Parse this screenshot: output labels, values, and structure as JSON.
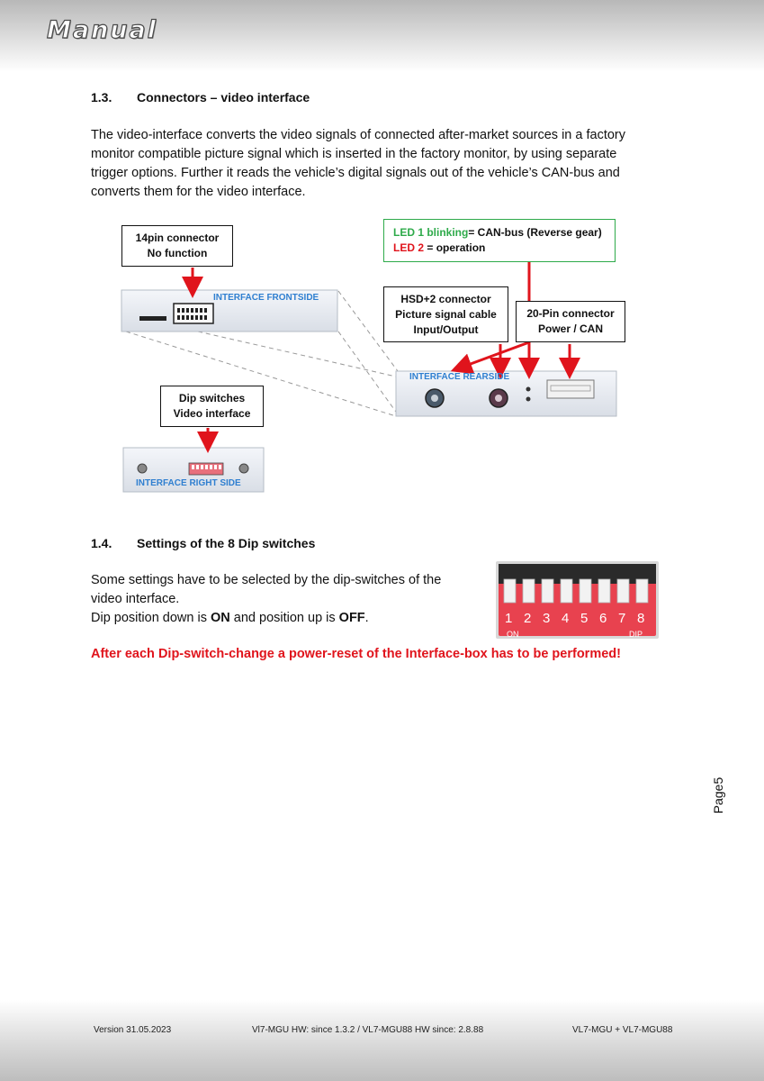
{
  "header": {
    "logo": "Manual"
  },
  "section13": {
    "number": "1.3.",
    "title": "Connectors – video interface",
    "para_lines": [
      "The video-interface converts the video signals of connected after-market sources in a factory",
      "monitor compatible picture signal which is inserted in the factory monitor, by using separate",
      "trigger options. Further it reads the vehicle’s digital signals out of the vehicle’s CAN-bus and",
      "converts them for the video interface."
    ]
  },
  "diagram": {
    "callout_14pin": [
      "14pin connector",
      "No function"
    ],
    "callout_led": {
      "led1_label": "LED 1 blinking",
      "led1_text": "= CAN-bus (Reverse gear)",
      "led2_label": "LED 2",
      "led2_text": " = operation"
    },
    "callout_hsd": [
      "HSD+2 connector",
      "Picture signal cable",
      "Input/Output"
    ],
    "callout_20pin": [
      "20-Pin connector",
      "Power / CAN"
    ],
    "callout_dip": [
      "Dip switches",
      "Video interface"
    ],
    "label_front": "INTERFACE FRONTSIDE",
    "label_rear": "INTERFACE REARSIDE",
    "label_right": "INTERFACE RIGHT SIDE",
    "colors": {
      "arrow": "#e0141c",
      "led_border": "#2eaa4a",
      "panel_label": "#2f7fd0",
      "dip_red": "#e8424f"
    }
  },
  "section14": {
    "number": "1.4.",
    "title": "Settings of the 8 Dip switches",
    "line1": "Some settings have to be selected by the dip-switches of the",
    "line2": "video interface.",
    "line3_a": "Dip position down is ",
    "line3_on": "ON",
    "line3_b": " and position up is ",
    "line3_off": "OFF",
    "line3_c": ".",
    "warning": "After each Dip-switch-change a power-reset of the Interface-box has to be performed!",
    "dip_numbers": [
      "1",
      "2",
      "3",
      "4",
      "5",
      "6",
      "7",
      "8"
    ],
    "dip_on_label": "ON",
    "dip_label": "DIP"
  },
  "page_label": "Page5",
  "footer": {
    "version": "Version 31.05.2023",
    "hw": "Vl7-MGU HW: since 1.3.2 / VL7-MGU88 HW since: 2.8.88",
    "model": "VL7-MGU + VL7-MGU88"
  }
}
